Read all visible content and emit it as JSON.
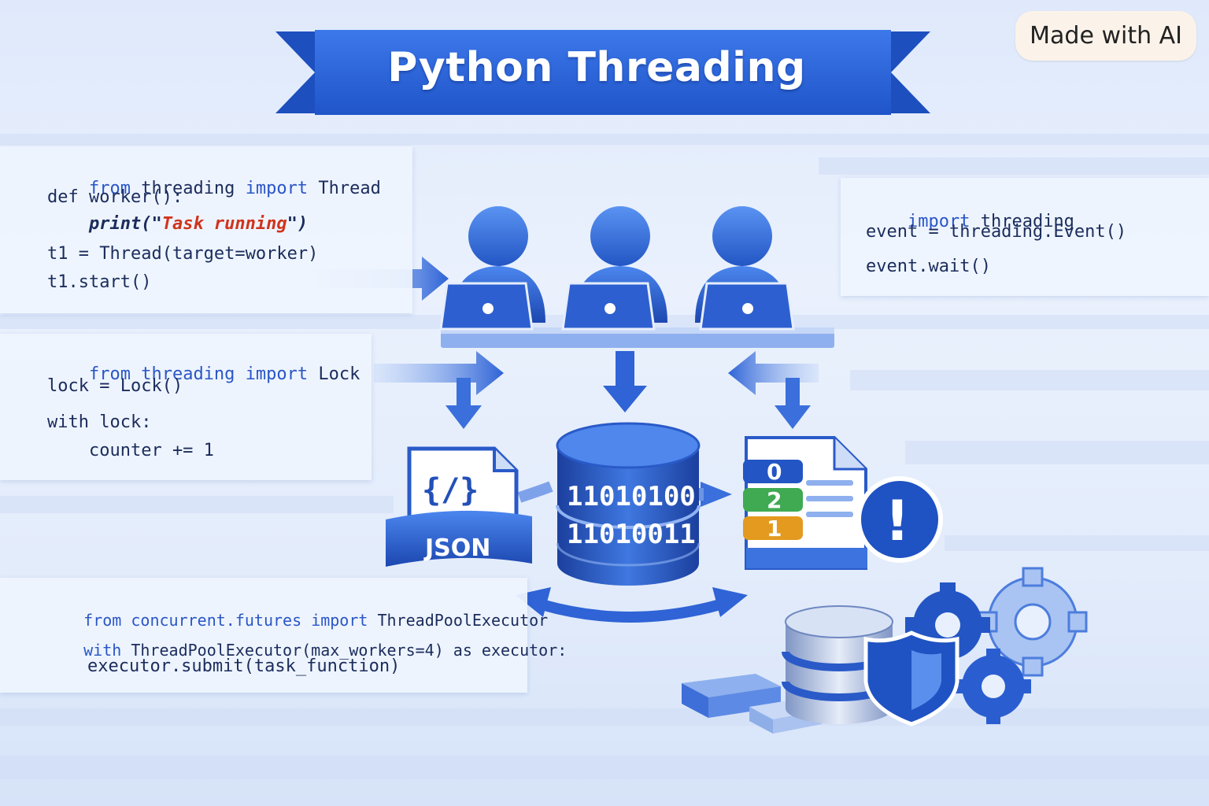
{
  "title": "Python Threading",
  "badge": "Made with AI",
  "code_thread": {
    "l1_from": "from",
    "l1_mod": "threading",
    "l1_import": "import",
    "l1_name": "Thread",
    "l2": "def worker():",
    "l3_pre": "    print(\"",
    "l3_str": "Task running",
    "l3_post": "\")",
    "l4": "t1 = Thread(target=worker)",
    "l5": "t1.start()"
  },
  "code_event": {
    "l1_import": "import",
    "l1_mod": "threading",
    "l2": "event = threading.Event()",
    "l3": "event.wait()"
  },
  "code_lock": {
    "l1_from": "from",
    "l1_mod": "threading",
    "l1_import": "import",
    "l1_name": "Lock",
    "l2": "lock = Lock()",
    "l3": "with lock:",
    "l4": "    counter += 1"
  },
  "code_pool": {
    "l1_from": "from",
    "l1_mod": "concurrent.futures",
    "l1_import": "import",
    "l1_name": "ThreadPoolExecutor",
    "l2_with": "with",
    "l2_rest": "ThreadPoolExecutor(max_workers=4) as executor:",
    "l3": "    executor.submit(task_function)"
  },
  "database": {
    "row1": "11010100",
    "row2": "11010011"
  },
  "json_icon": {
    "glyph": "{/}",
    "label": "JSON"
  },
  "queue": {
    "items": [
      "0",
      "2",
      "1"
    ],
    "alert": "!"
  },
  "colors": {
    "accent": "#2a5fd6",
    "dark": "#1d47ad",
    "light": "#e8f0fd",
    "green": "#3faa52",
    "orange": "#e39a1e"
  },
  "icons": [
    "worker-icon",
    "laptop-icon",
    "database-icon",
    "json-file-icon",
    "document-icon",
    "alert-icon",
    "shield-icon",
    "gear-icon",
    "arrow-icon"
  ]
}
